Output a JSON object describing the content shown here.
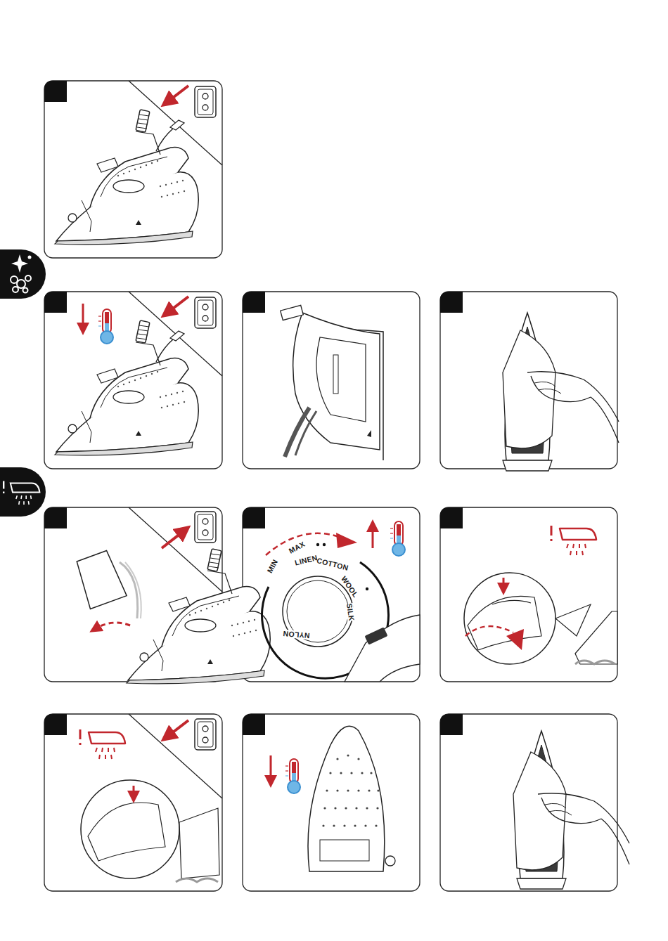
{
  "diagram": {
    "labels": [
      "MIN",
      "MAX",
      "LINEN",
      "COTTON",
      "WOOL",
      "SILK",
      "NYLON"
    ]
  }
}
